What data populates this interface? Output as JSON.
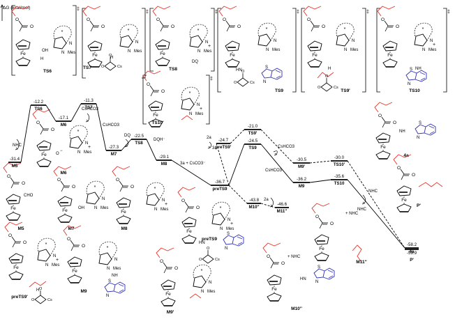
{
  "axis": {
    "y_label": "ΔG (kcal/mol)"
  },
  "colors": {
    "ester_chain": "#e8332b",
    "heteroaryl": "#2f2fb6",
    "ink": "#000000"
  },
  "levels": [
    {
      "label": "M5",
      "value": "-31.4"
    },
    {
      "label": "TS6",
      "value": "-12.2"
    },
    {
      "label": "M6",
      "value": "-17.1"
    },
    {
      "label": "TS7",
      "value": "-11.3"
    },
    {
      "label": "M7",
      "value": "-27.3"
    },
    {
      "label": "TS8",
      "value": "-22.5"
    },
    {
      "label": "M8",
      "value": "-29.1"
    },
    {
      "label": "preTS9",
      "value": "-36.7"
    },
    {
      "label": "preTS9'",
      "value": "-24.7"
    },
    {
      "label": "TS9'",
      "value": "-21.0"
    },
    {
      "label": "TS9",
      "value": "-24.5"
    },
    {
      "label": "M9'",
      "value": "-30.5"
    },
    {
      "label": "TS10'",
      "value": "-30.0"
    },
    {
      "label": "M9",
      "value": "-36.2"
    },
    {
      "label": "TS10",
      "value": "-35.6"
    },
    {
      "label": "M10''",
      "value": "-43.8"
    },
    {
      "label": "M11''",
      "value": "-46.6"
    },
    {
      "label": "4a",
      "value": "-58.2"
    },
    {
      "label": "P'",
      "value": "-59.9"
    }
  ],
  "reagents": {
    "nhc": "NHC",
    "cshco3": "CsHCO3",
    "dq": "DQ",
    "dqh": "DQH⁻",
    "step_2a": "2a",
    "step_3a": "3a",
    "step_3a_cs": "3a + CsCO3⁻",
    "plus_nhc": "+ NHC"
  },
  "structure_labels": {
    "ts6": "TS6",
    "ts7": "TS7",
    "ts8": "TS8",
    "ts9": "TS9",
    "ts9p": "TS9'",
    "ts10": "TS10",
    "ts10p": "TS10'",
    "m5": "M5",
    "m6": "M6",
    "m7": "M7",
    "m8": "M8",
    "pre_ts9": "preTS9",
    "pre_ts9p": "preTS9'",
    "m9": "M9",
    "m9p": "M9'",
    "m10pp": "M10''",
    "m11pp": "M11''",
    "p4a": "4a",
    "pprime": "P'"
  },
  "atoms": {
    "fe": "Fe",
    "mes": "Mes",
    "cs": "Cs",
    "o": "O",
    "n": "N",
    "h": "H",
    "hn": "HN",
    "nh": "NH",
    "oh": "OH",
    "cho": "CHO",
    "s": "S",
    "star": "*",
    "dagger": "‡",
    "plus": "+",
    "minus": "−",
    "dq": "DQ"
  }
}
